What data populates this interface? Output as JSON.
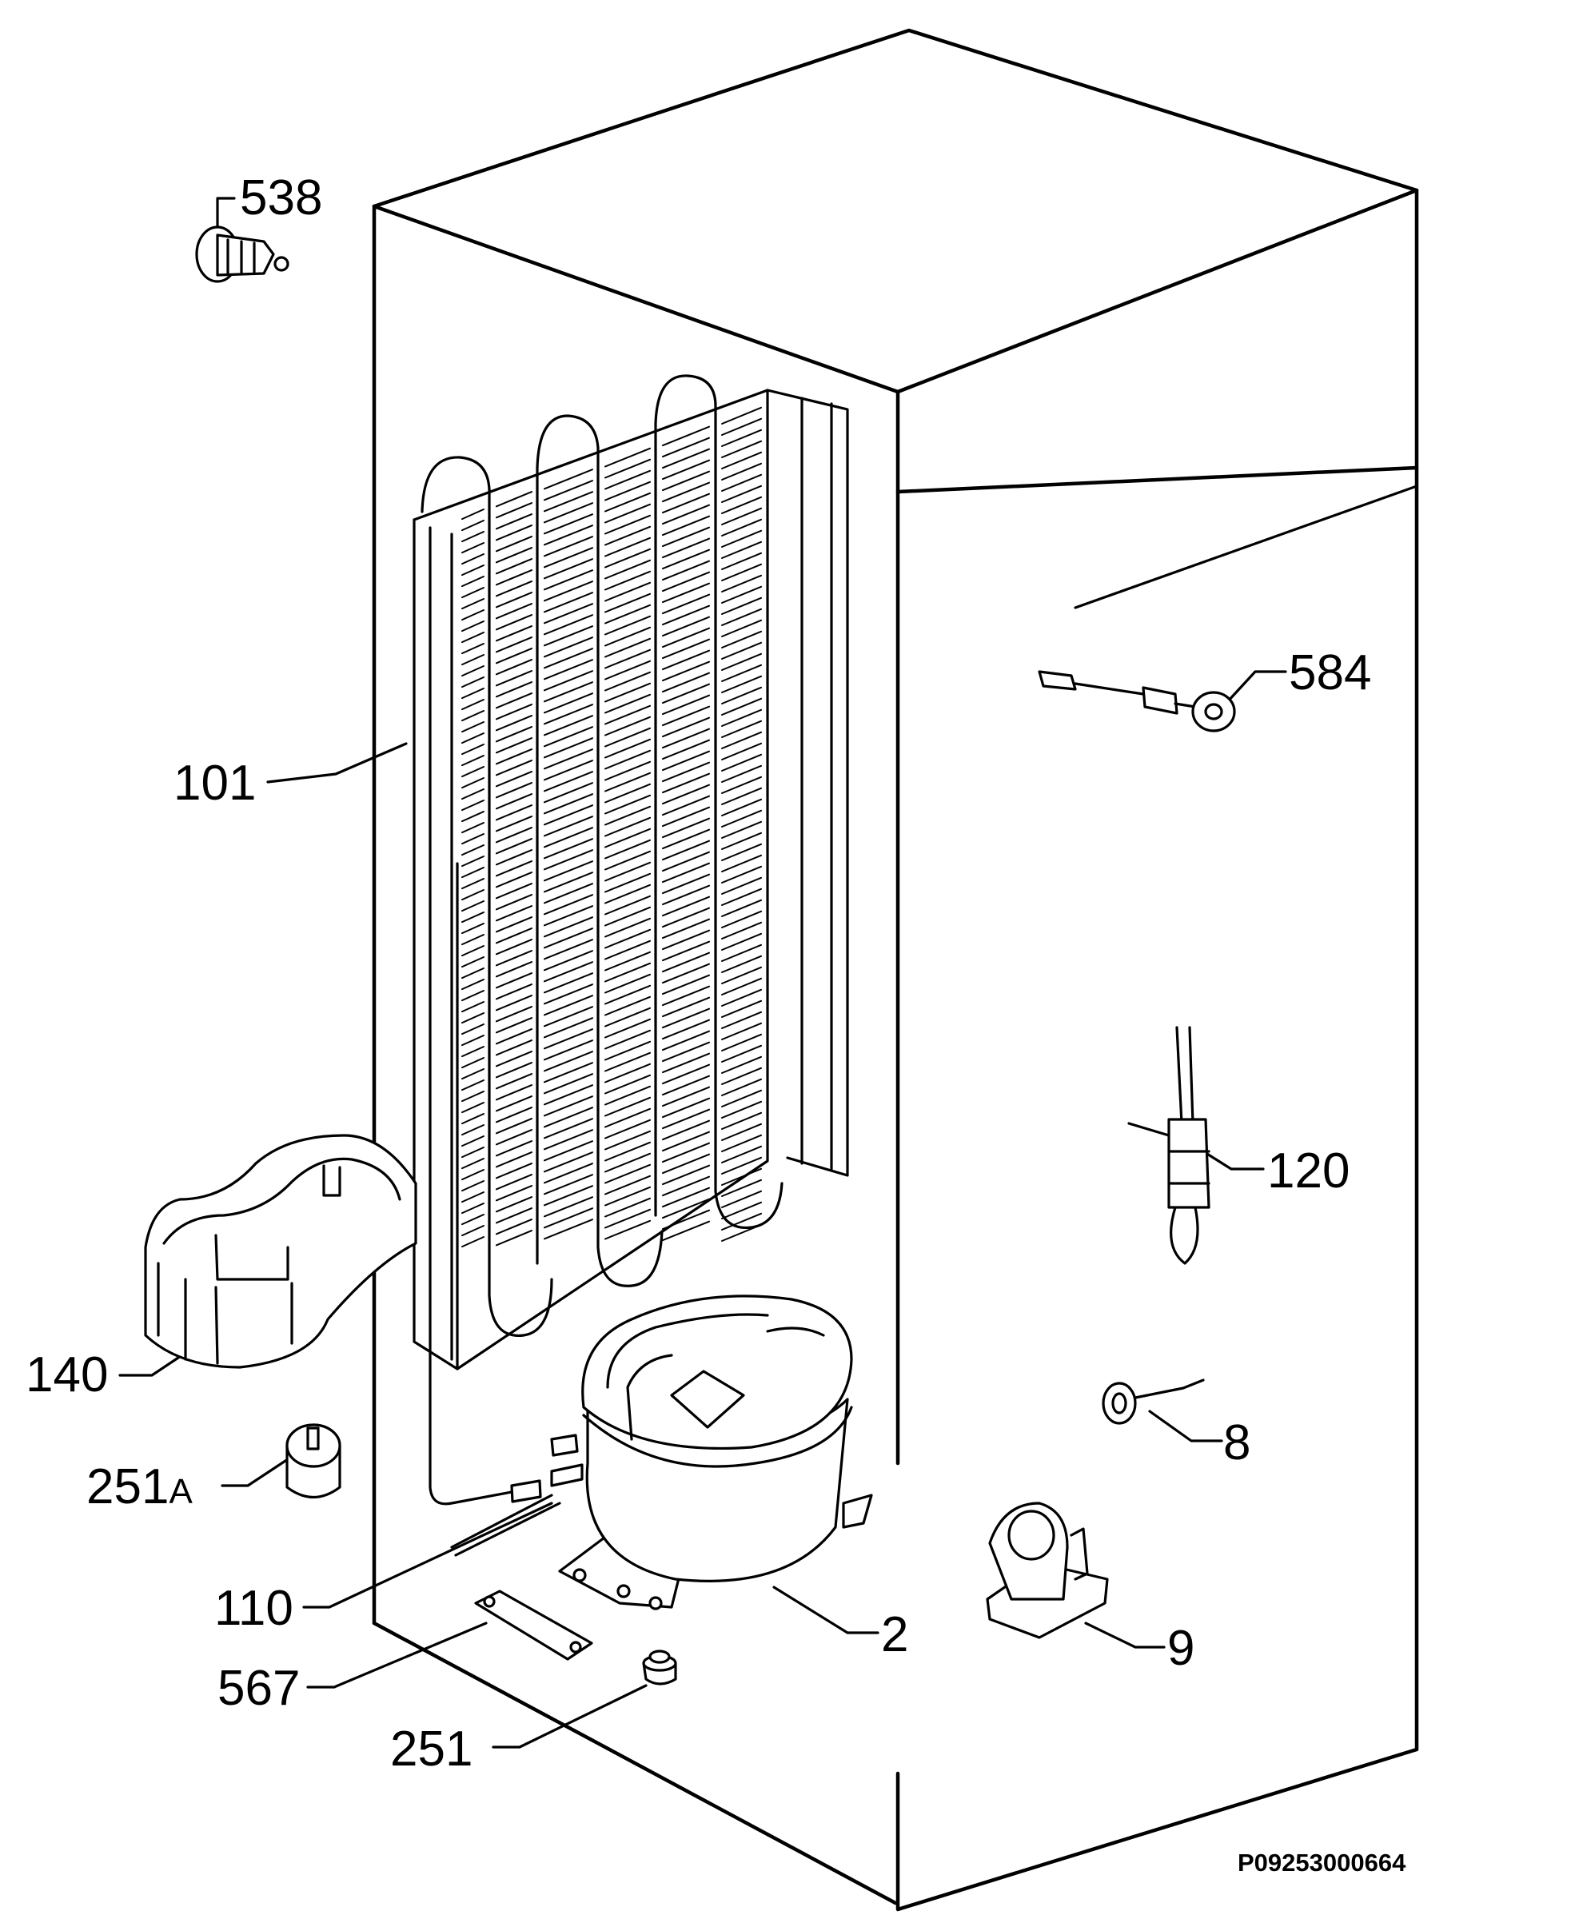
{
  "callouts": [
    {
      "id": "538",
      "text": "538"
    },
    {
      "id": "584",
      "text": "584"
    },
    {
      "id": "101",
      "text": "101"
    },
    {
      "id": "120",
      "text": "120"
    },
    {
      "id": "140",
      "text": "140"
    },
    {
      "id": "8",
      "text": "8"
    },
    {
      "id": "251A",
      "text": "251",
      "suffix": "A"
    },
    {
      "id": "110",
      "text": "110"
    },
    {
      "id": "2",
      "text": "2"
    },
    {
      "id": "9",
      "text": "9"
    },
    {
      "id": "567",
      "text": "567"
    },
    {
      "id": "251",
      "text": "251"
    }
  ],
  "drawing_code": "P09253000664"
}
